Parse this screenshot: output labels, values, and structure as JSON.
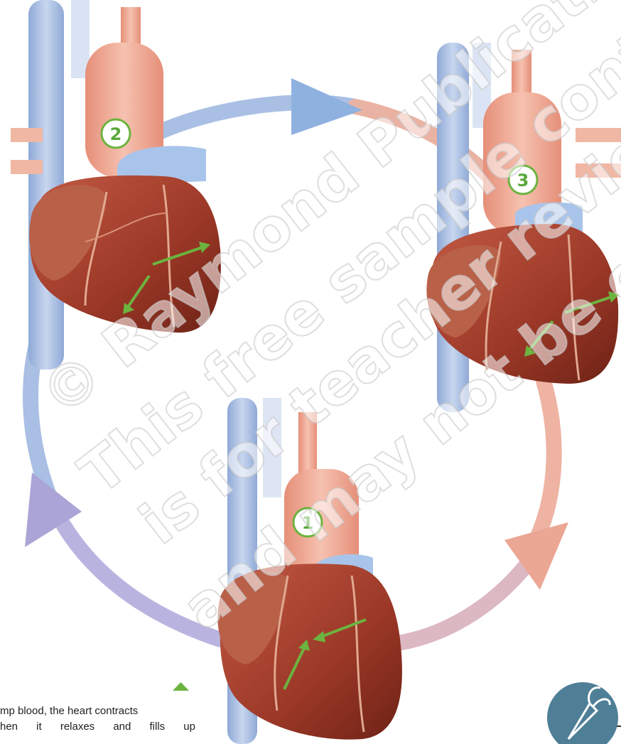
{
  "stages": [
    {
      "number": "1"
    },
    {
      "number": "2"
    },
    {
      "number": "3"
    }
  ],
  "caption": {
    "line1": "mp blood, the heart contracts",
    "line2": "hen it relaxes and fills up"
  },
  "watermark": {
    "line1": "© Raymond Publications",
    "line2": "This free sample content",
    "line3": "is for teacher review only",
    "line4": "and may not be copied"
  },
  "colors": {
    "accent_green": "#6cb33f",
    "vein_blue": "#9ab5dc",
    "artery_pink": "#eea48f",
    "heart_red": "#a8402e",
    "badge_teal": "#4f7f97"
  },
  "icons": {
    "arrows": "green-double-arrow",
    "badge": "carrot-badge-icon",
    "marker": "green-triangle-icon"
  }
}
